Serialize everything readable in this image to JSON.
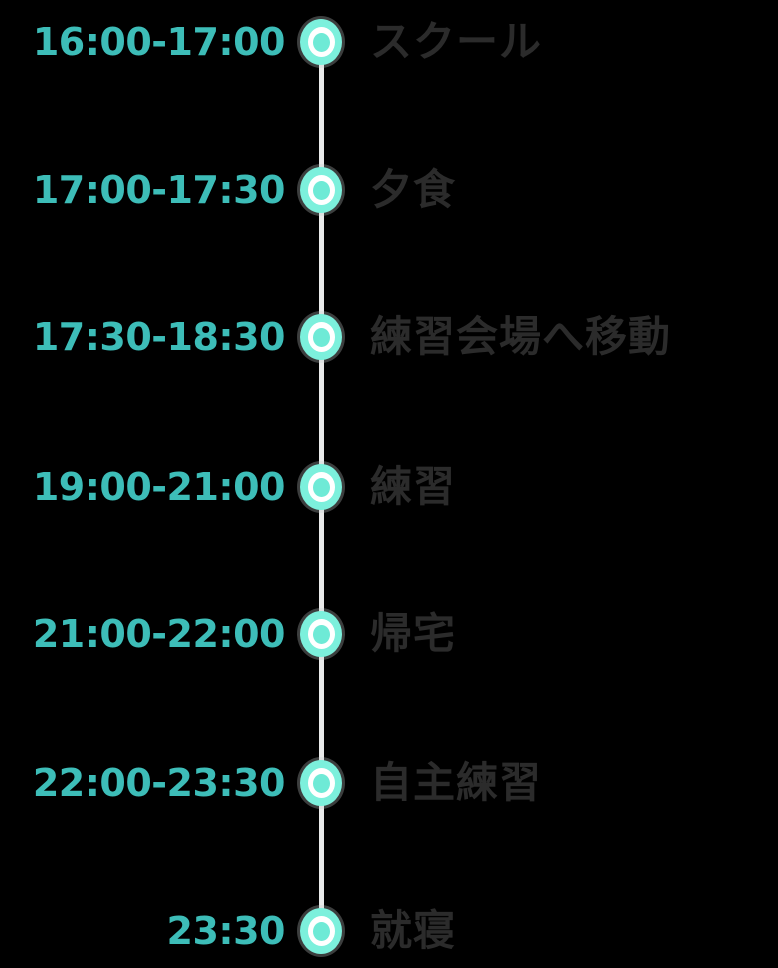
{
  "schedule": {
    "marker_color": "#7cf0dc",
    "time_color": "#3dbdb8",
    "label_color": "#2b2b2b",
    "line_color": "#e9eaea",
    "background": "#000000",
    "items": [
      {
        "time": "16:00-17:00",
        "label": "スクール"
      },
      {
        "time": "17:00-17:30",
        "label": "夕食"
      },
      {
        "time": "17:30-18:30",
        "label": "練習会場へ移動"
      },
      {
        "time": "19:00-21:00",
        "label": "練習"
      },
      {
        "time": "21:00-22:00",
        "label": "帰宅"
      },
      {
        "time": "22:00-23:30",
        "label": "自主練習"
      },
      {
        "time": "23:30",
        "label": "就寝"
      }
    ]
  }
}
